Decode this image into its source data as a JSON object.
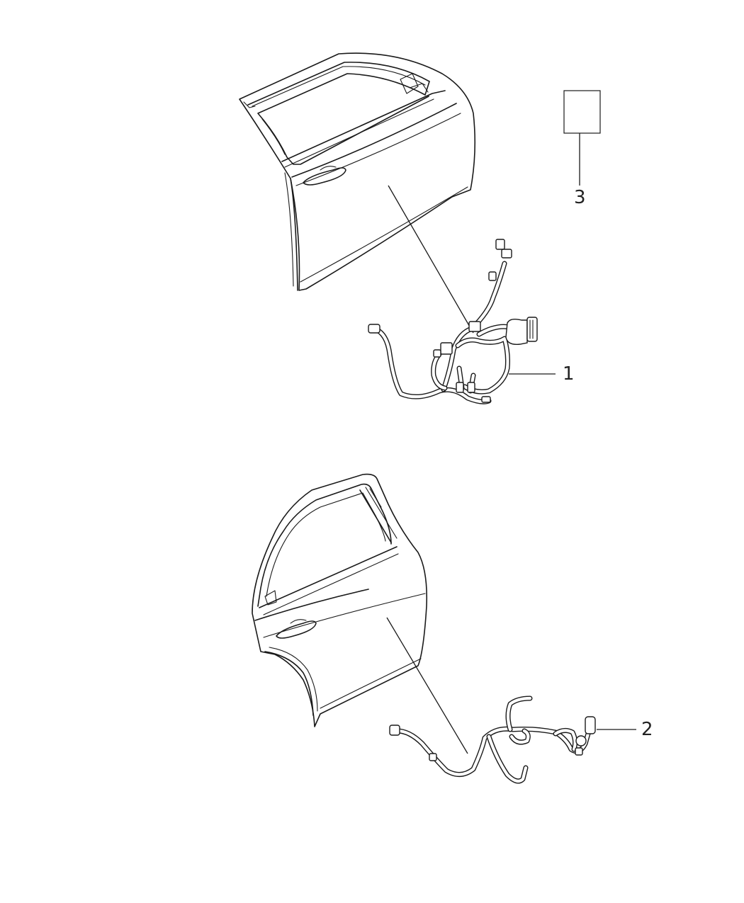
{
  "callouts": [
    {
      "number": "1",
      "part": "front-door-wiring-harness"
    },
    {
      "number": "2",
      "part": "rear-door-wiring-harness"
    },
    {
      "number": "3",
      "part": "service-part-box"
    }
  ],
  "colors": {
    "ink": "#1a1a1a",
    "background": "#ffffff"
  }
}
